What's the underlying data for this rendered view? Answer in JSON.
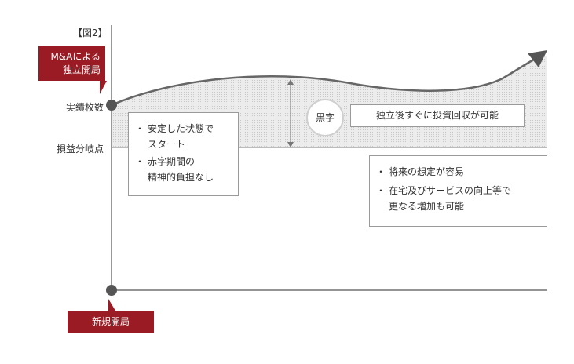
{
  "figure_label": "【図2】",
  "y_labels": {
    "actual_slots": "実績枚数",
    "break_even": "損益分岐点"
  },
  "callouts": {
    "ma_line1": "M&Aによる",
    "ma_line2": "独立開局",
    "new_opening": "新規開局"
  },
  "left_box": {
    "items": [
      {
        "line1": "安定した状態で",
        "line2": "スタート"
      },
      {
        "line1": "赤字期間の",
        "line2": "精神的負担なし"
      }
    ]
  },
  "profit_badge": "黒字",
  "recovery_text": "独立後すぐに投資回収が可能",
  "right_box": {
    "items": [
      {
        "line1": "将来の想定が容易",
        "line2": ""
      },
      {
        "line1": "在宅及びサービスの向上等で",
        "line2": "更なる増加も可能"
      }
    ]
  },
  "colors": {
    "brand_red": "#9a1b24",
    "axis": "#555555",
    "curve": "#666666",
    "profit_area": "#e6e6e6",
    "marker": "#555555"
  }
}
